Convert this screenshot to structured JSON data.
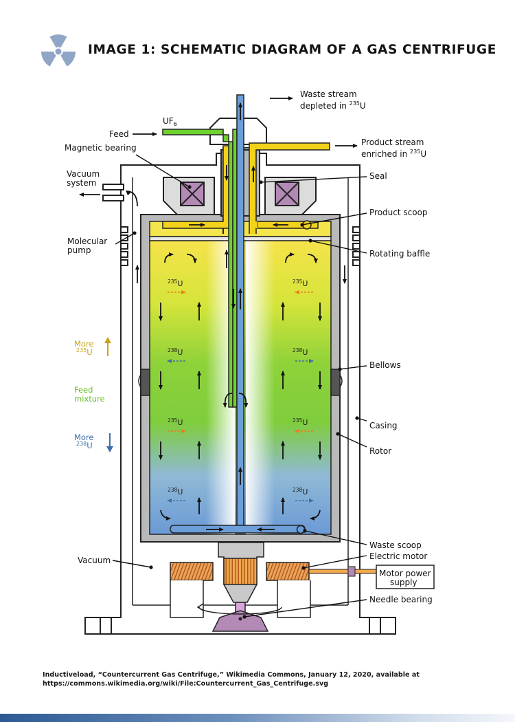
{
  "header": {
    "icon": "radiation-trefoil-icon",
    "title": "IMAGE 1: SCHEMATIC DIAGRAM OF A GAS CENTRIFUGE"
  },
  "colors": {
    "icon": "#8fa6c6",
    "uf6_feed": "#6fd12e",
    "product": "#f2d21b",
    "waste": "#6c9ed8",
    "magnet": "#b38ab5",
    "wall_gray": "#b9b9b9",
    "motor": "#e39a3e",
    "arrow_235": "#f07b1a",
    "arrow_238": "#3e6ea8",
    "more_235": "#c9a41b",
    "feed_mixture": "#6cbf2a",
    "more_238": "#3e6ea8",
    "bottom_bar": "#2c5a94"
  },
  "labels": {
    "waste_stream_l1": "Waste stream",
    "waste_stream_l2": "depleted in",
    "sup235": "235",
    "sup238": "238",
    "U": "U",
    "uf6_l1": "UF",
    "uf6_sub": "6",
    "feed": "Feed",
    "product_l1": "Product stream",
    "product_l2": "enriched in",
    "magnetic_bearing": "Magnetic bearing",
    "vacuum_system_l1": "Vacuum",
    "vacuum_system_l2": "system",
    "seal": "Seal",
    "product_scoop": "Product scoop",
    "molecular_pump_l1": "Molecular",
    "molecular_pump_l2": "pump",
    "rotating_baffle": "Rotating baffle",
    "more": "More",
    "feed_mixture_l1": "Feed",
    "feed_mixture_l2": "mixture",
    "bellows": "Bellows",
    "casing": "Casing",
    "rotor": "Rotor",
    "waste_scoop": "Waste scoop",
    "electric_motor": "Electric motor",
    "vacuum": "Vacuum",
    "motor_power_l1": "Motor power",
    "motor_power_l2": "supply",
    "needle_bearing": "Needle bearing"
  },
  "credit": {
    "line1": "Inductiveload, “Countercurrent Gas Centrifuge,” Wikimedia Commons, January 12, 2020, available at",
    "line2": "https://commons.wikimedia.org/wiki/File:Countercurrent_Gas_Centrifuge.svg"
  }
}
